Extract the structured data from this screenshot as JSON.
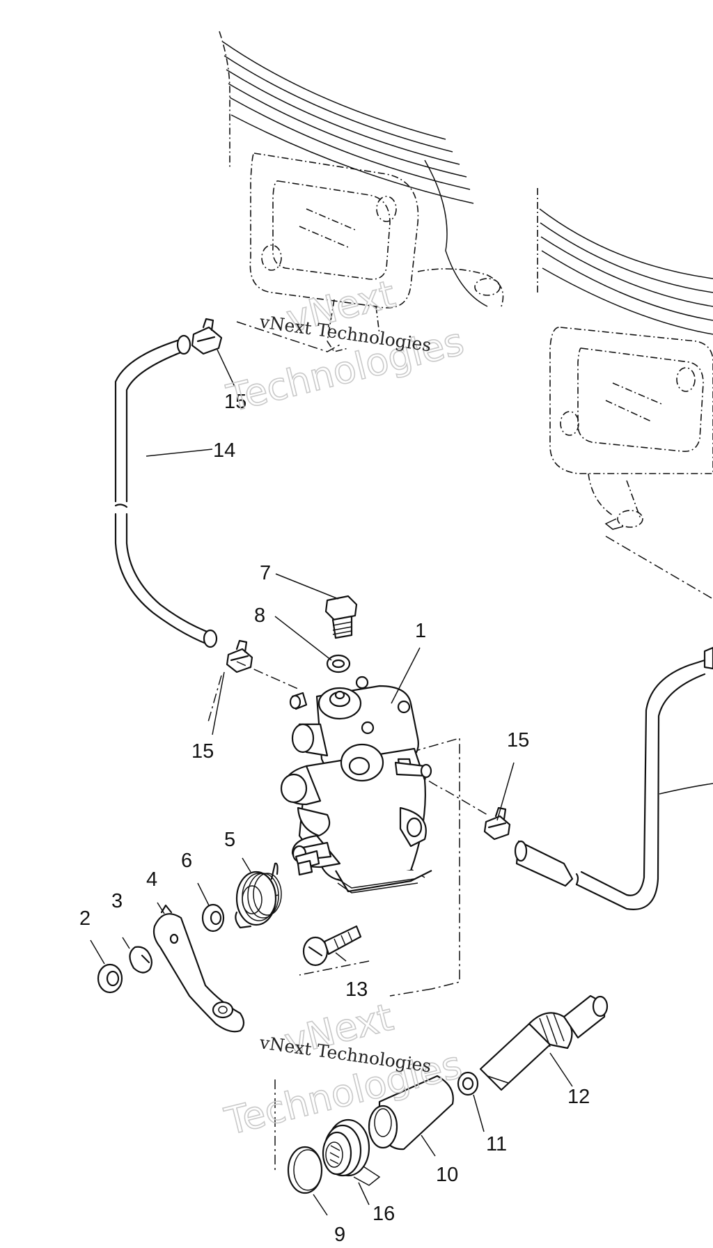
{
  "watermark": {
    "brand": "vNext",
    "word": "Technologies",
    "full": "vNext Technologies"
  },
  "callouts": {
    "c1": "1",
    "c2": "2",
    "c3": "3",
    "c4": "4",
    "c5": "5",
    "c6": "6",
    "c7": "7",
    "c8": "8",
    "c9": "9",
    "c10": "10",
    "c11": "11",
    "c12": "12",
    "c13": "13",
    "c14": "14",
    "c15a": "15",
    "c15b": "15",
    "c15c": "15",
    "c16": "16"
  }
}
